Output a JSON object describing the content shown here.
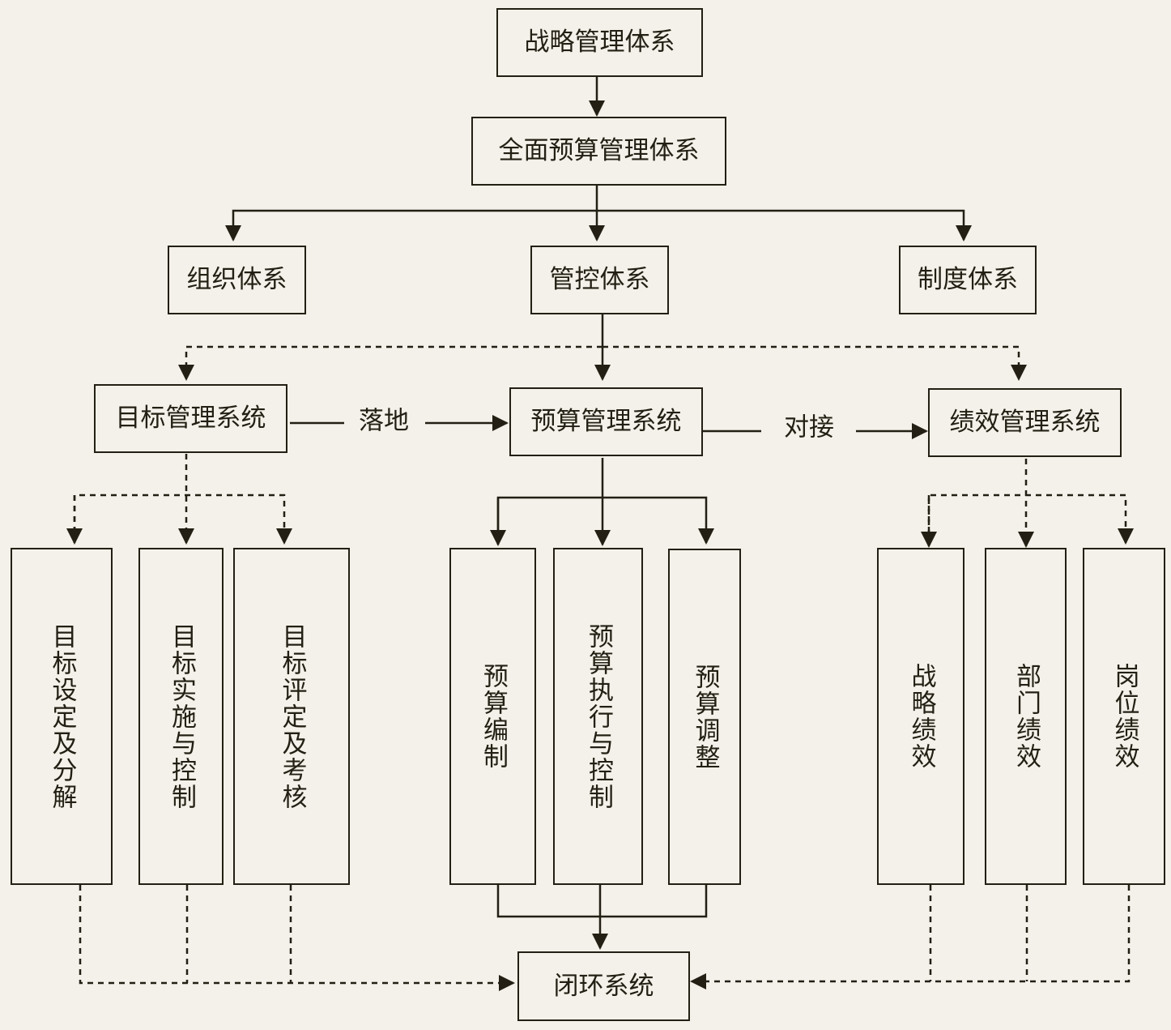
{
  "nodes": {
    "strategy": "战略管理体系",
    "budget_mgmt_system": "全面预算管理体系",
    "org_system": "组织体系",
    "control_system": "管控体系",
    "policy_system": "制度体系",
    "target_system": "目标管理系统",
    "budget_system": "预算管理系统",
    "perf_system": "绩效管理系统",
    "target_setting": "目标设定及分解",
    "target_implementation": "目标实施与控制",
    "target_evaluation": "目标评定及考核",
    "budget_compile": "预算编制",
    "budget_execution": "预算执行与控制",
    "budget_adjust": "预算调整",
    "strategy_perf": "战略绩效",
    "dept_perf": "部门绩效",
    "post_perf": "岗位绩效",
    "closed_loop": "闭环系统"
  },
  "edge_labels": {
    "landing": "落地",
    "docking": "对接"
  }
}
